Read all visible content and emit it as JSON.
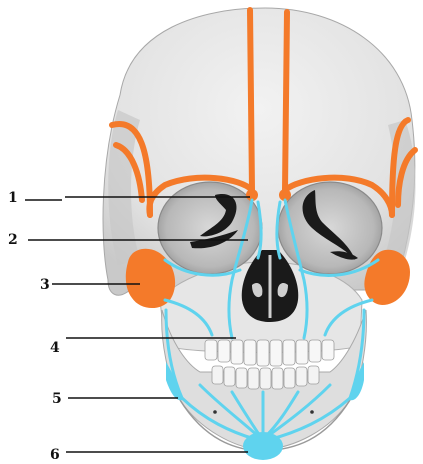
{
  "labels": [
    "1",
    "2",
    "3",
    "4",
    "5",
    "6"
  ],
  "colors": {
    "bone": "#ebebeb",
    "bone_shadow": "#bdbdbd",
    "buttress_orange": "#f47a2a",
    "buttress_blue": "#5fd3ee",
    "cavity": "#1a1a1a",
    "leader_line": "#111111"
  }
}
